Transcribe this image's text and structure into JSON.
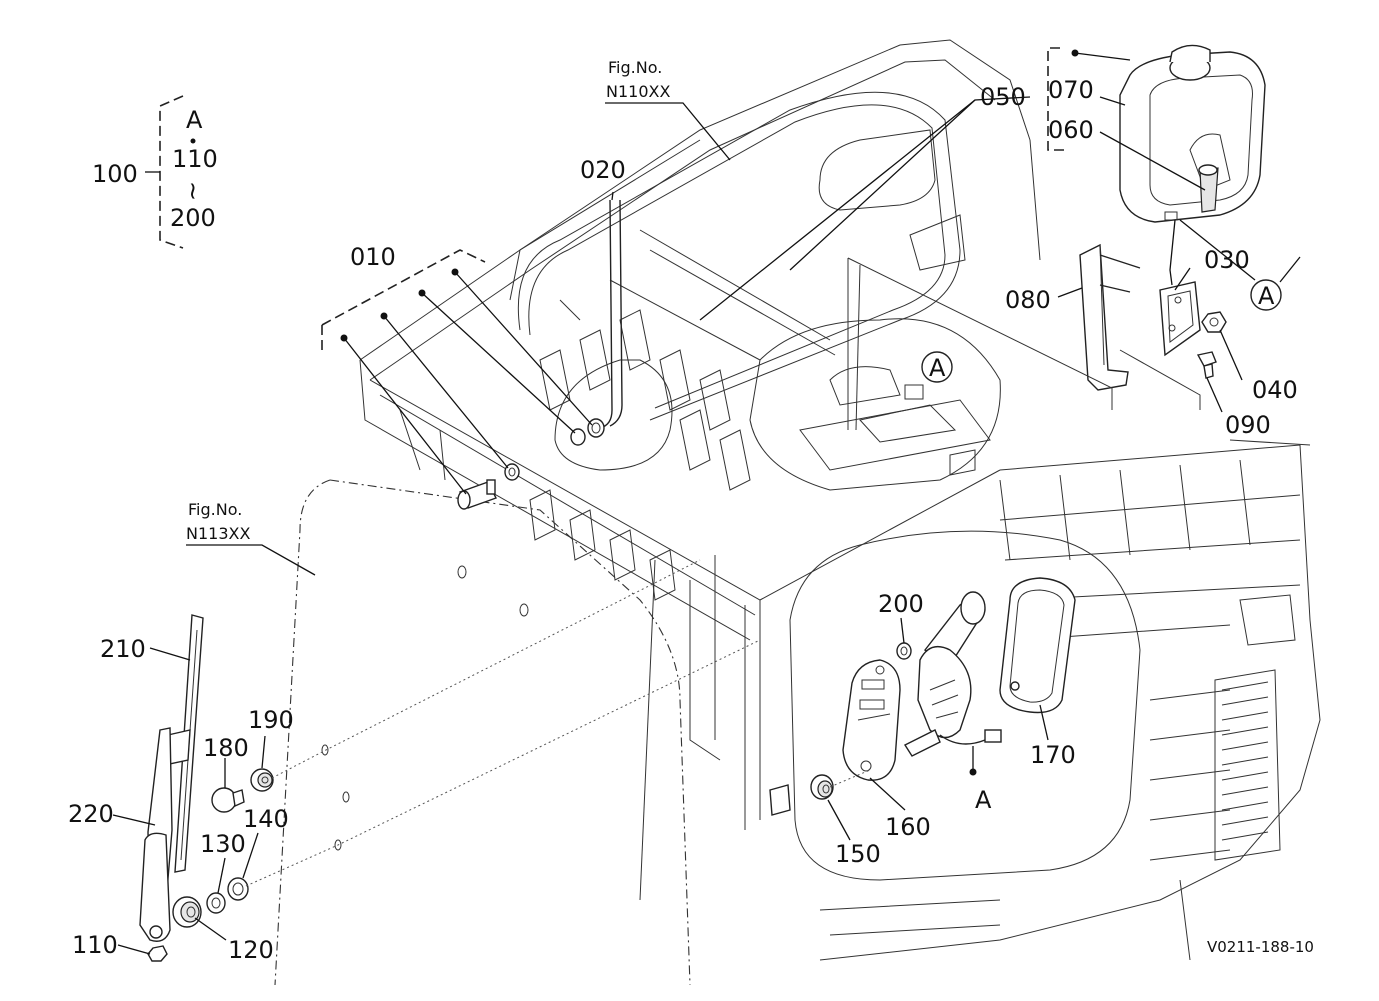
{
  "labels": {
    "p010": "010",
    "p020": "020",
    "p030": "030",
    "p040": "040",
    "p050": "050",
    "p060": "060",
    "p070": "070",
    "p080": "080",
    "p090": "090",
    "p100": "100",
    "p110": "110",
    "p120": "120",
    "p130": "130",
    "p140": "140",
    "p150": "150",
    "p160": "160",
    "p170": "170",
    "p180": "180",
    "p190": "190",
    "p200": "200",
    "p210": "210",
    "p220": "220"
  },
  "group_100": {
    "top": "A",
    "mid": "110",
    "tilde": "~",
    "bottom": "200"
  },
  "refs": {
    "fig1_line1": "Fig.No.",
    "fig1_line2": "N110XX",
    "fig2_line1": "Fig.No.",
    "fig2_line2": "N113XX",
    "circle_a": "A",
    "point_a": "A"
  },
  "drawing_code": "V0211-188-10"
}
